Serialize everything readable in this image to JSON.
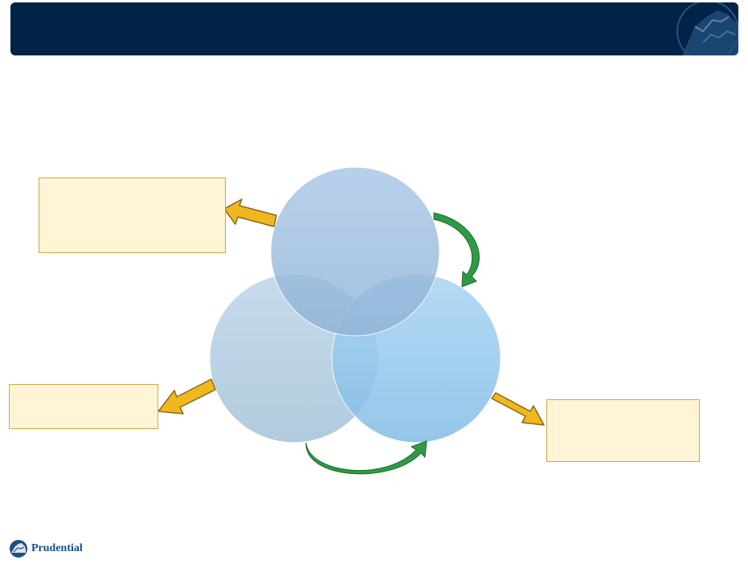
{
  "slide": {
    "title": "",
    "background_color": "#ffffff"
  },
  "header": {
    "bar_color": "#012348",
    "logo_icon": "rock-of-gibraltar-icon"
  },
  "diagram": {
    "circles": [
      {
        "name": "top-circle",
        "label": "",
        "color": "#8fb6dc"
      },
      {
        "name": "left-circle",
        "label": "",
        "color": "#b3cde0"
      },
      {
        "name": "right-circle",
        "label": "",
        "color": "#8fc4ea"
      }
    ],
    "callouts": {
      "top_left": "",
      "bottom_left": "",
      "bottom_right": ""
    },
    "arrow_colors": {
      "yellow": "#f0b820",
      "green": "#2e9a46"
    }
  },
  "footer": {
    "brand": "Prudential",
    "logo_icon": "prudential-rock-icon"
  }
}
